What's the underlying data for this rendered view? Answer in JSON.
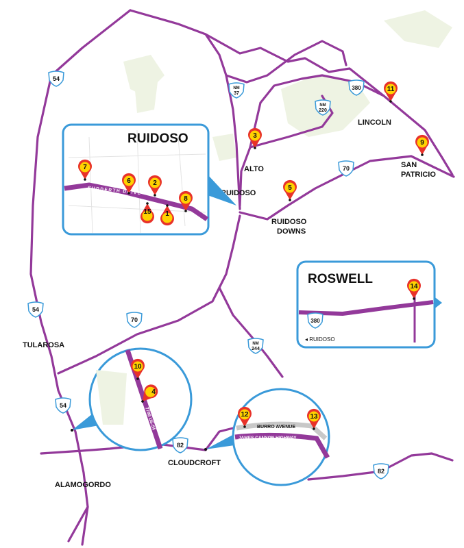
{
  "colors": {
    "road": "#93399a",
    "inset": "#3a9ad9",
    "pin": "#e8322a",
    "pin_fill": "#ffd200",
    "terrain": "#eef3e3"
  },
  "towns": {
    "ruidoso": "RUIDOSO",
    "alto": "ALTO",
    "ruidoso_downs_1": "RUIDOSO",
    "ruidoso_downs_2": "DOWNS",
    "lincoln": "LINCOLN",
    "san_patricio_1": "SAN",
    "san_patricio_2": "PATRICIO",
    "tularosa": "TULAROSA",
    "alamogordo": "ALAMOGORDO",
    "cloudcroft": "CLOUDCROFT"
  },
  "shields": {
    "us54": "54",
    "us70": "70",
    "us380": "380",
    "us82": "82",
    "nm": "NM",
    "nm37": "37",
    "nm220": "220",
    "nm244": "244"
  },
  "insets": {
    "ruidoso": {
      "title": "RUIDOSO",
      "street": "SUDDERTH DRIVE"
    },
    "roswell": {
      "title": "ROSWELL",
      "direction": "◂ RUIDOSO",
      "shield": "380"
    },
    "tularosa_circle": {
      "street": "7788 US-54"
    },
    "cloudcroft_circle": {
      "street1": "BURRO AVENUE",
      "street2": "JAMES CANYON HIGHWAY"
    }
  },
  "markers": [
    "1",
    "2",
    "3",
    "4",
    "5",
    "6",
    "7",
    "8",
    "9",
    "10",
    "11",
    "12",
    "13",
    "14",
    "15"
  ]
}
